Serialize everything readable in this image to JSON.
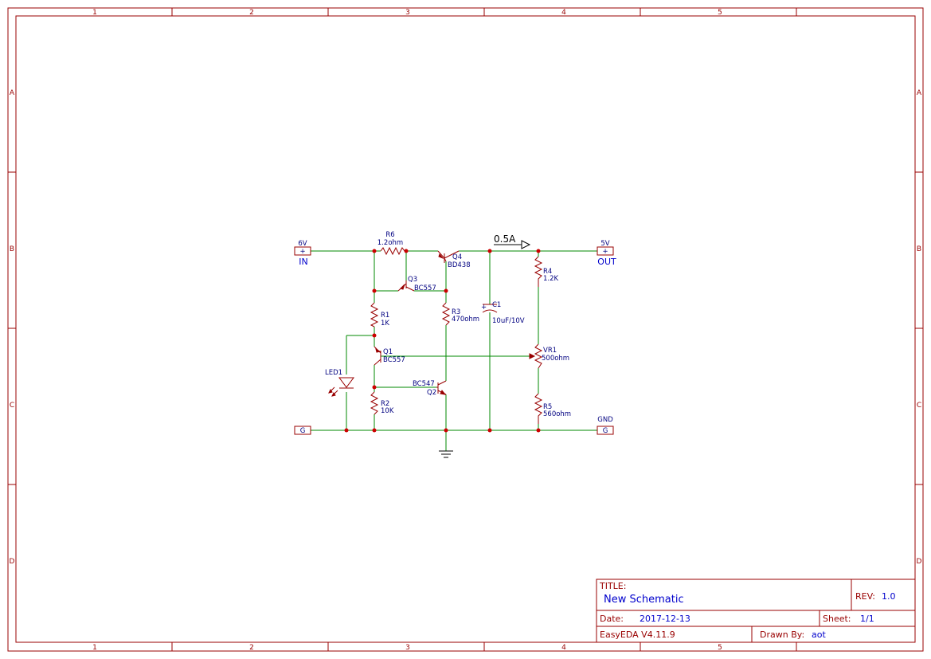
{
  "frame": {
    "columns": [
      "1",
      "2",
      "3",
      "4",
      "5"
    ],
    "rows": [
      "A",
      "B",
      "C",
      "D"
    ]
  },
  "ports": {
    "in_label": "IN",
    "in_net": "6V",
    "out_label": "OUT",
    "out_net": "5V",
    "gnd_label": "GND",
    "gnd_flag": "G",
    "plus_sign": "+"
  },
  "current_label": "0.5A",
  "components": {
    "r6": {
      "ref": "R6",
      "value": "1.2ohm"
    },
    "q4": {
      "ref": "Q4",
      "value": "BD438"
    },
    "q3": {
      "ref": "Q3",
      "value": "BC557"
    },
    "r1": {
      "ref": "R1",
      "value": "1K"
    },
    "r3": {
      "ref": "R3",
      "value": "470ohm"
    },
    "c1": {
      "ref": "C1",
      "value": "10uF/10V",
      "polarity": "+"
    },
    "r4": {
      "ref": "R4",
      "value": "1.2K"
    },
    "q1": {
      "ref": "Q1",
      "value": "BC557"
    },
    "vr1": {
      "ref": "VR1",
      "value": "500ohm"
    },
    "led1": {
      "ref": "LED1"
    },
    "q2": {
      "ref": "Q2",
      "value": "BC547"
    },
    "r2": {
      "ref": "R2",
      "value": "10K"
    },
    "r5": {
      "ref": "R5",
      "value": "560ohm"
    }
  },
  "title_block": {
    "title_label": "TITLE:",
    "title": "New Schematic",
    "rev_label": "REV:",
    "rev": "1.0",
    "date_label": "Date:",
    "date": "2017-12-13",
    "sheet_label": "Sheet:",
    "sheet": "1/1",
    "software": "EasyEDA V4.11.9",
    "drawn_by_label": "Drawn By:",
    "drawn_by": "aot"
  },
  "colors": {
    "frame": "#990000",
    "wire": "#008800",
    "junction": "#cc0000",
    "label": "#000080",
    "value_text": "#0000cc"
  }
}
